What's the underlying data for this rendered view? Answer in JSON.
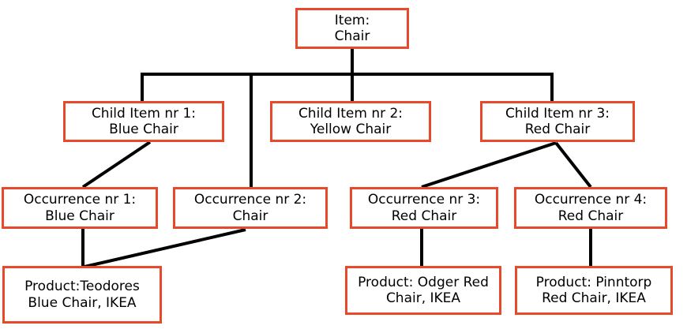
{
  "diagram": {
    "type": "tree-hierarchy",
    "border_color": "#e8492b",
    "line_color": "#000000",
    "background_color": "#ffffff",
    "nodes": {
      "root": {
        "label": "Item:\nChair"
      },
      "child_1": {
        "label": "Child Item nr 1:\nBlue Chair"
      },
      "child_2": {
        "label": "Child Item nr 2:\nYellow Chair"
      },
      "child_3": {
        "label": "Child Item nr 3:\nRed Chair"
      },
      "occurrence_1": {
        "label": "Occurrence nr 1:\nBlue Chair"
      },
      "occurrence_2": {
        "label": "Occurrence nr 2:\nChair"
      },
      "occurrence_3": {
        "label": "Occurrence nr 3:\nRed Chair"
      },
      "occurrence_4": {
        "label": "Occurrence nr 4:\nRed Chair"
      },
      "product_1": {
        "label": "Product:Teodores\nBlue Chair, IKEA"
      },
      "product_2": {
        "label": "Product: Odger Red\nChair, IKEA"
      },
      "product_3": {
        "label": "Product: Pinntorp\nRed Chair, IKEA"
      }
    },
    "edges": [
      {
        "from": "root",
        "to": "bus"
      },
      {
        "from": "bus",
        "to": "child_1"
      },
      {
        "from": "bus",
        "to": "child_2"
      },
      {
        "from": "bus",
        "to": "child_3"
      },
      {
        "from": "bus",
        "to": "occurrence_2"
      },
      {
        "from": "child_1",
        "to": "occurrence_1"
      },
      {
        "from": "child_3",
        "to": "occurrence_3"
      },
      {
        "from": "child_3",
        "to": "occurrence_4"
      },
      {
        "from": "occurrence_1",
        "to": "product_1"
      },
      {
        "from": "occurrence_2",
        "to": "product_1"
      },
      {
        "from": "occurrence_3",
        "to": "product_2"
      },
      {
        "from": "occurrence_4",
        "to": "product_3"
      }
    ]
  }
}
